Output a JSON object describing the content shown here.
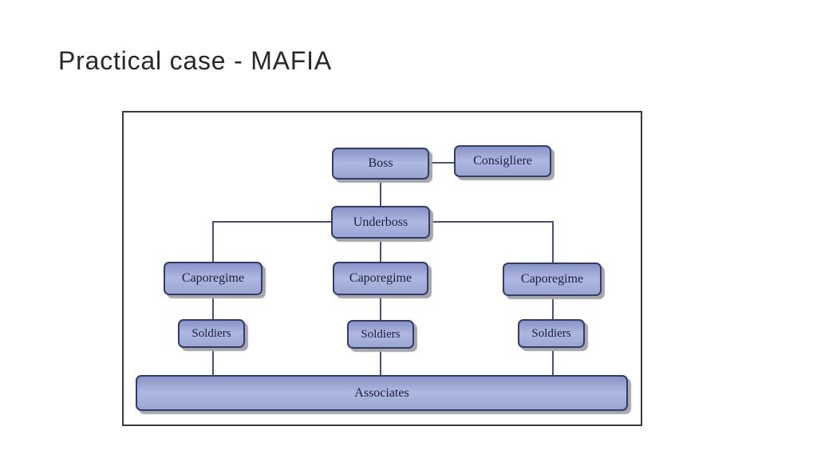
{
  "slide": {
    "title": "Practical case - MAFIA"
  },
  "diagram": {
    "nodes": [
      {
        "id": "boss",
        "label": "Boss"
      },
      {
        "id": "consigliere",
        "label": "Consigliere"
      },
      {
        "id": "underboss",
        "label": "Underboss"
      },
      {
        "id": "caporegime-1",
        "label": "Caporegime"
      },
      {
        "id": "caporegime-2",
        "label": "Caporegime"
      },
      {
        "id": "caporegime-3",
        "label": "Caporegime"
      },
      {
        "id": "soldiers-1",
        "label": "Soldiers"
      },
      {
        "id": "soldiers-2",
        "label": "Soldiers"
      },
      {
        "id": "soldiers-3",
        "label": "Soldiers"
      },
      {
        "id": "associates",
        "label": "Associates"
      }
    ],
    "edges": [
      {
        "from": "boss",
        "to": "consigliere"
      },
      {
        "from": "boss",
        "to": "underboss"
      },
      {
        "from": "underboss",
        "to": "caporegime-1"
      },
      {
        "from": "underboss",
        "to": "caporegime-2"
      },
      {
        "from": "underboss",
        "to": "caporegime-3"
      },
      {
        "from": "caporegime-1",
        "to": "soldiers-1"
      },
      {
        "from": "caporegime-2",
        "to": "soldiers-2"
      },
      {
        "from": "caporegime-3",
        "to": "soldiers-3"
      },
      {
        "from": "soldiers-1",
        "to": "associates"
      },
      {
        "from": "soldiers-2",
        "to": "associates"
      },
      {
        "from": "soldiers-3",
        "to": "associates"
      }
    ]
  },
  "theme": {
    "title_color": "#27282c",
    "frame_border": "#3a3a3a",
    "node_border": "#333c68",
    "node_fill_top": "#8893c6",
    "node_fill_mid": "#afb8e2",
    "node_fill_bottom": "#9aa5d3",
    "node_text": "#191d3a",
    "node_shadow": "#a6a7ac",
    "connector": "#46527a"
  }
}
